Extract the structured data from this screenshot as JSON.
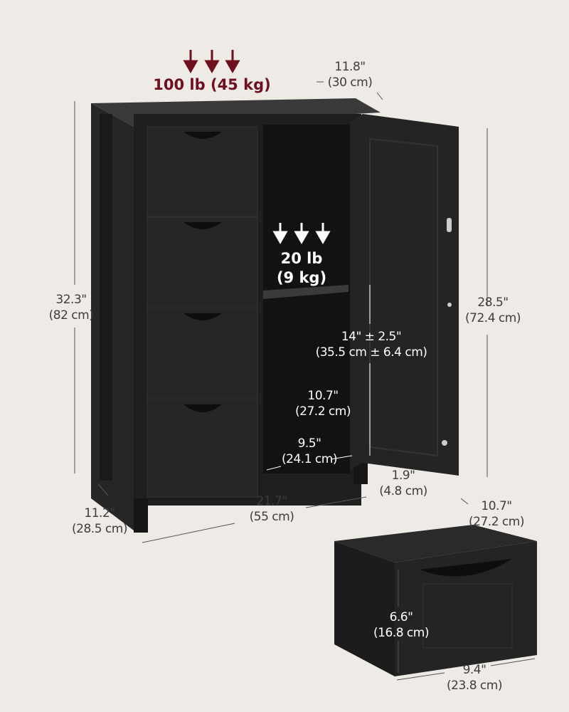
{
  "colors": {
    "background": "#eeeae6",
    "cabinet": "#1f1f1f",
    "top_load": "#6e0f1e",
    "shelf_load": "#ffffff",
    "label": "#3d3d3d"
  },
  "top_load": {
    "weight": "100 lb (45 kg)",
    "icon": "arrow-down-icon"
  },
  "shelf_load": {
    "weight_lb": "20 lb",
    "weight_kg": "(9 kg)",
    "icon": "arrow-down-icon"
  },
  "dimensions": [
    {
      "id": "top-depth",
      "imperial": "11.8\"",
      "metric": "(30 cm)"
    },
    {
      "id": "total-height",
      "imperial": "32.3\"",
      "metric": "(82 cm)"
    },
    {
      "id": "door-height",
      "imperial": "28.5\"",
      "metric": "(72.4 cm)"
    },
    {
      "id": "shelf-adjust",
      "imperial": "14\" ± 2.5\"",
      "metric": "(35.5 cm ± 6.4 cm)"
    },
    {
      "id": "compartment-depth",
      "imperial": "10.7\"",
      "metric": "(27.2 cm)"
    },
    {
      "id": "compartment-width",
      "imperial": "9.5\"",
      "metric": "(24.1 cm)"
    },
    {
      "id": "foot-height",
      "imperial": "1.9\"",
      "metric": "(4.8 cm)"
    },
    {
      "id": "total-width",
      "imperial": "21.7\"",
      "metric": "(55 cm)"
    },
    {
      "id": "total-depth",
      "imperial": "11.2\"",
      "metric": "(28.5 cm)"
    },
    {
      "id": "drawer-depth",
      "imperial": "10.7\"",
      "metric": "(27.2 cm)"
    },
    {
      "id": "drawer-height",
      "imperial": "6.6\"",
      "metric": "(16.8 cm)"
    },
    {
      "id": "drawer-width",
      "imperial": "9.4\"",
      "metric": "(23.8 cm)"
    }
  ]
}
